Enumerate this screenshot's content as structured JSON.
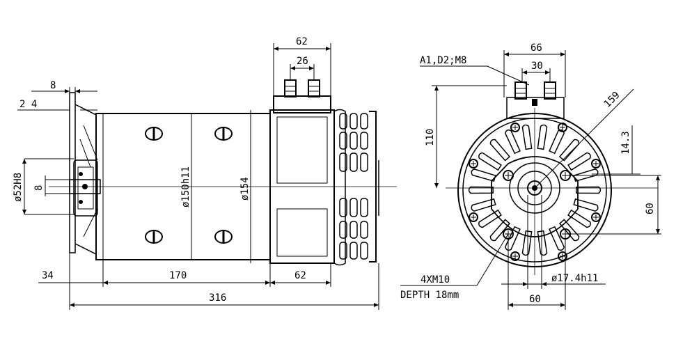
{
  "colors": {
    "background": "#ffffff",
    "line": "#000000"
  },
  "side_view": {
    "dims": {
      "flange_thickness": "8",
      "flange_offset": "2 4",
      "pilot_diameter": "ø52H8",
      "shaft_key": "8",
      "housing_diameter": "ø150h11",
      "endcap_diameter": "ø154",
      "shaft_length": "34",
      "body_length": "170",
      "endcap_length": "62",
      "overall_length": "316",
      "terminal_spacing_outer": "62",
      "terminal_spacing_inner": "26"
    }
  },
  "end_view": {
    "dims": {
      "terminal_label": "A1,D2;M8",
      "terminal_spacing_outer": "66",
      "terminal_spacing_inner": "30",
      "height": "110",
      "radius": "159",
      "offset": "14.3",
      "bolt_circle_vertical": "60",
      "bolt_circle_horizontal": "60",
      "shaft_diameter": "ø17.4h11",
      "mount_holes": "4XM10",
      "mount_depth": "DEPTH  18mm"
    }
  }
}
